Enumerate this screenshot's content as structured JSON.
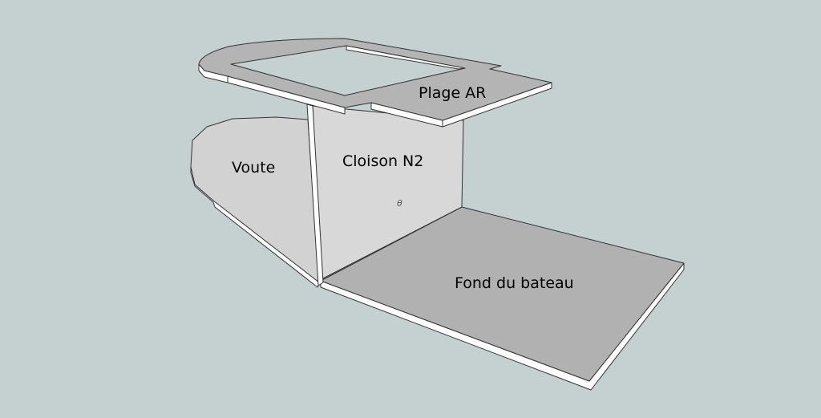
{
  "labels": {
    "plage": "Plage AR",
    "cloison": "Cloison N2",
    "voute": "Voute",
    "fond": "Fond du bateau"
  },
  "axis_glyph": "θ",
  "colors": {
    "background": "#c5d0d1",
    "edge": "#ffffff",
    "plage": "#b4b4b4",
    "cloison": "#d8d8d8",
    "voute": "#d2d2d2",
    "fond": "#b1b1b1"
  }
}
